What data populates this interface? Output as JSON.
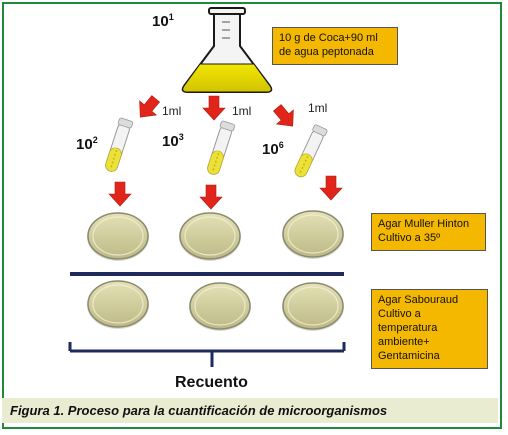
{
  "stock": {
    "base": "10",
    "exp": "1",
    "note": "10 g de Coca+90 ml de agua peptonada"
  },
  "dilutions": [
    {
      "base": "10",
      "exp": "2",
      "transfer": "1ml"
    },
    {
      "base": "10",
      "exp": "3",
      "transfer": "1ml"
    },
    {
      "base": "10",
      "exp": "6",
      "transfer": "1ml"
    }
  ],
  "media": [
    {
      "label": "Agar Muller Hinton Cultivo a 35º"
    },
    {
      "label": "Agar Sabouraud Cultivo a temperatura ambiente+ Gentamicina"
    }
  ],
  "footer": {
    "count_label": "Recuento"
  },
  "caption": "Figura 1. Proceso para la cuantificación de microorganismos",
  "colors": {
    "frame": "#1f8a3a",
    "arrow": "#e1251b",
    "box": "#f5b800",
    "liquid": "#e6d400",
    "plate": "#ccc890",
    "line": "#1f2a5c"
  }
}
